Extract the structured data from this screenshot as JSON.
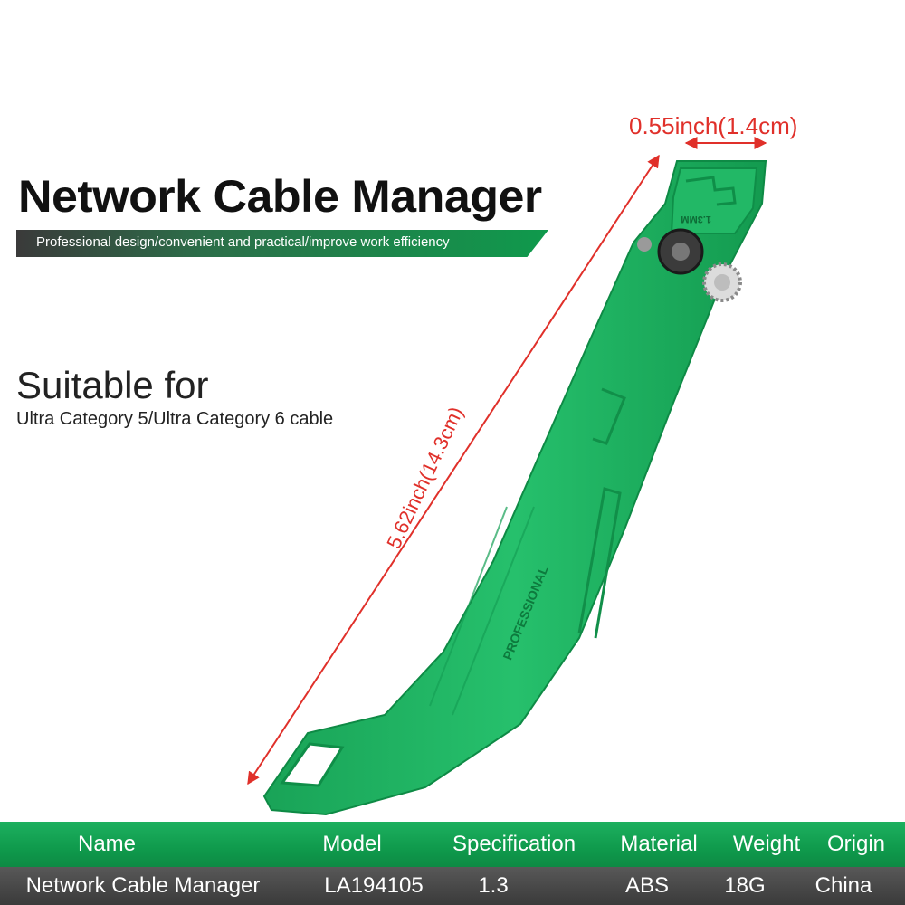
{
  "title": "Network Cable Manager",
  "subtitle": "Professional design/convenient and practical/improve work efficiency",
  "suitable": {
    "heading": "Suitable for",
    "text": "Ultra Category 5/Ultra Category 6 cable"
  },
  "dimensions": {
    "width": "0.55inch(1.4cm)",
    "length": "5.62inch(14.3cm)"
  },
  "tool_markings": {
    "blade_size": "1.3MM",
    "side_text": "PROFESSIONAL"
  },
  "colors": {
    "accent_green": "#0f9a4c",
    "tool_green": "#1fb864",
    "dimension_red": "#e0302a",
    "row_gray": "#4a4a4a"
  },
  "spec_table": {
    "headers": {
      "name": "Name",
      "model": "Model",
      "specification": "Specification",
      "material": "Material",
      "weight": "Weight",
      "origin": "Origin"
    },
    "row": {
      "name": "Network Cable Manager",
      "model": "LA194105",
      "specification": "1.3",
      "material": "ABS",
      "weight": "18G",
      "origin": "China"
    }
  }
}
